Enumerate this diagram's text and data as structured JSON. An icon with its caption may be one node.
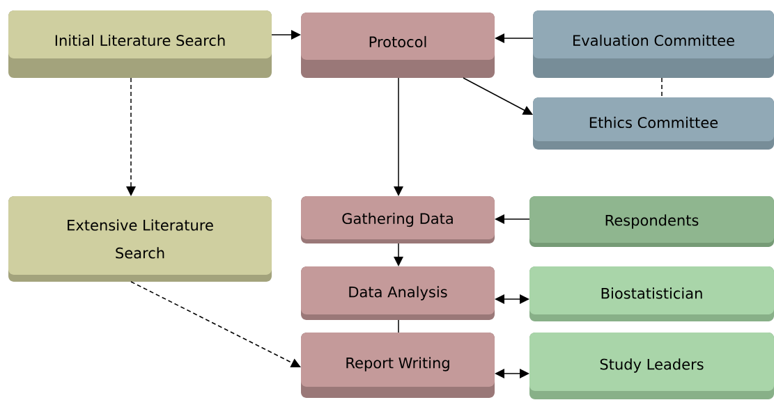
{
  "diagram": {
    "nodes": [
      {
        "text": [
          "Initial Literature Search"
        ]
      },
      {
        "text": [
          "Protocol"
        ]
      },
      {
        "text": [
          "Evaluation Committee"
        ]
      },
      {
        "text": [
          "Ethics Committee"
        ]
      },
      {
        "text": [
          "Extensive Literature Search"
        ]
      },
      {
        "text": [
          "Gathering Data"
        ]
      },
      {
        "text": [
          "Respondents"
        ]
      },
      {
        "text": [
          "Data Analysis"
        ]
      },
      {
        "text": [
          "Biostatistician"
        ]
      },
      {
        "text": [
          "Report Writing"
        ]
      },
      {
        "text": [
          "Study Leaders"
        ]
      }
    ],
    "edges": [
      {
        "from": 0,
        "to": 1,
        "arrow": "to"
      },
      {
        "from": 2,
        "to": 1,
        "arrow": "to"
      },
      {
        "from": 1,
        "to": 3,
        "arrow": "to"
      },
      {
        "from": 2,
        "to": 3,
        "arrow": "none",
        "style": "dashed"
      },
      {
        "from": 0,
        "to": 4,
        "arrow": "to",
        "style": "dashed"
      },
      {
        "from": 1,
        "to": 5,
        "arrow": "to"
      },
      {
        "from": 6,
        "to": 5,
        "arrow": "to"
      },
      {
        "from": 5,
        "to": 7,
        "arrow": "to"
      },
      {
        "from": 7,
        "to": 8,
        "arrow": "both"
      },
      {
        "from": 7,
        "to": 9,
        "arrow": "none"
      },
      {
        "from": 4,
        "to": 9,
        "arrow": "to",
        "style": "dashed"
      },
      {
        "from": 9,
        "to": 10,
        "arrow": "both"
      }
    ]
  }
}
